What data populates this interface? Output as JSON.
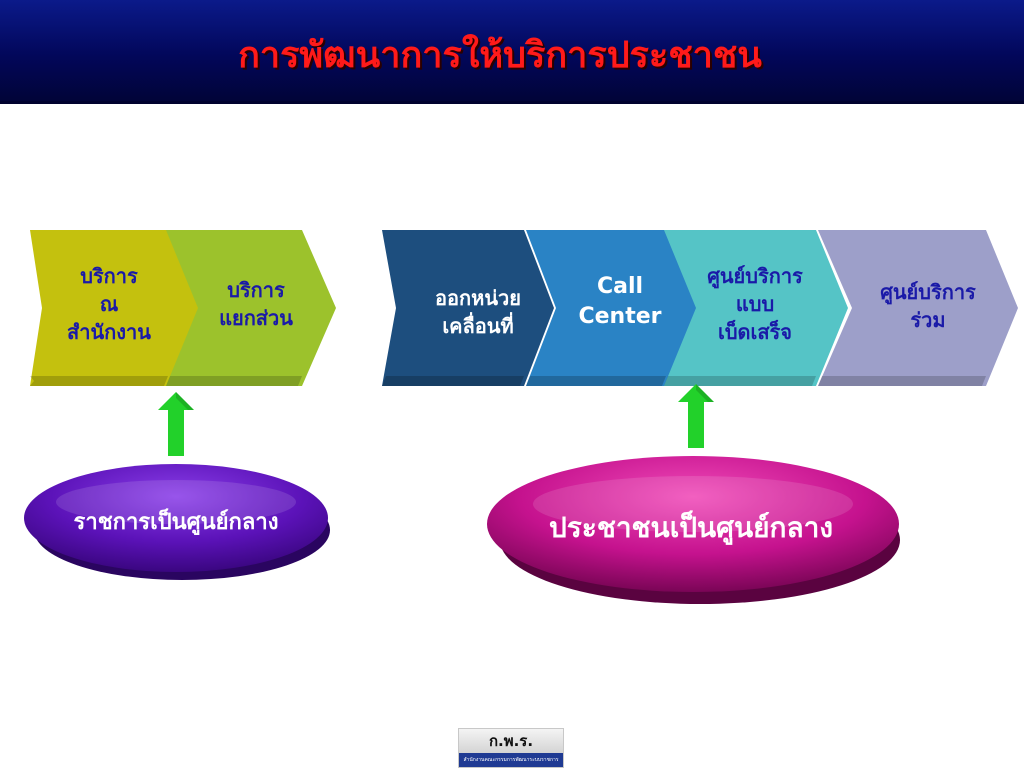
{
  "slide": {
    "title": "การพัฒนาการให้บริการประชาชน"
  },
  "left_group": {
    "chevrons": [
      {
        "lines": [
          "บริการ",
          "ณ",
          "สำนักงาน"
        ],
        "color": "#c4c10e",
        "text_color": "#1a1aa8"
      },
      {
        "lines": [
          "บริการ",
          "แยกส่วน"
        ],
        "color": "#9cc22c",
        "text_color": "#1a1aa8"
      }
    ],
    "ellipse_label": "ราชการเป็นศูนย์กลาง",
    "ellipse_color": "#5b12b8"
  },
  "right_group": {
    "chevrons": [
      {
        "lines": [
          "ออกหน่วย",
          "เคลื่อนที่"
        ],
        "color": "#1d4e7e",
        "text_color": "#ffffff"
      },
      {
        "lines": [
          "Call",
          "Center"
        ],
        "color": "#2a83c5",
        "text_color": "#ffffff"
      },
      {
        "lines": [
          "ศูนย์บริการ",
          "แบบ",
          "เบ็ดเสร็จ"
        ],
        "color": "#55c4c6",
        "text_color": "#1a1aa8"
      },
      {
        "lines": [
          "ศูนย์บริการ",
          "ร่วม"
        ],
        "color": "#9d9fc9",
        "text_color": "#1a1aa8"
      }
    ],
    "ellipse_label": "ประชาชนเป็นศูนย์กลาง",
    "ellipse_color": "#c5128e"
  },
  "arrows": {
    "color": "#22d12a"
  },
  "logo": {
    "abbr": "ก.พ.ร.",
    "subtitle": "สำนักงานคณะกรรมการพัฒนาระบบราชการ"
  }
}
